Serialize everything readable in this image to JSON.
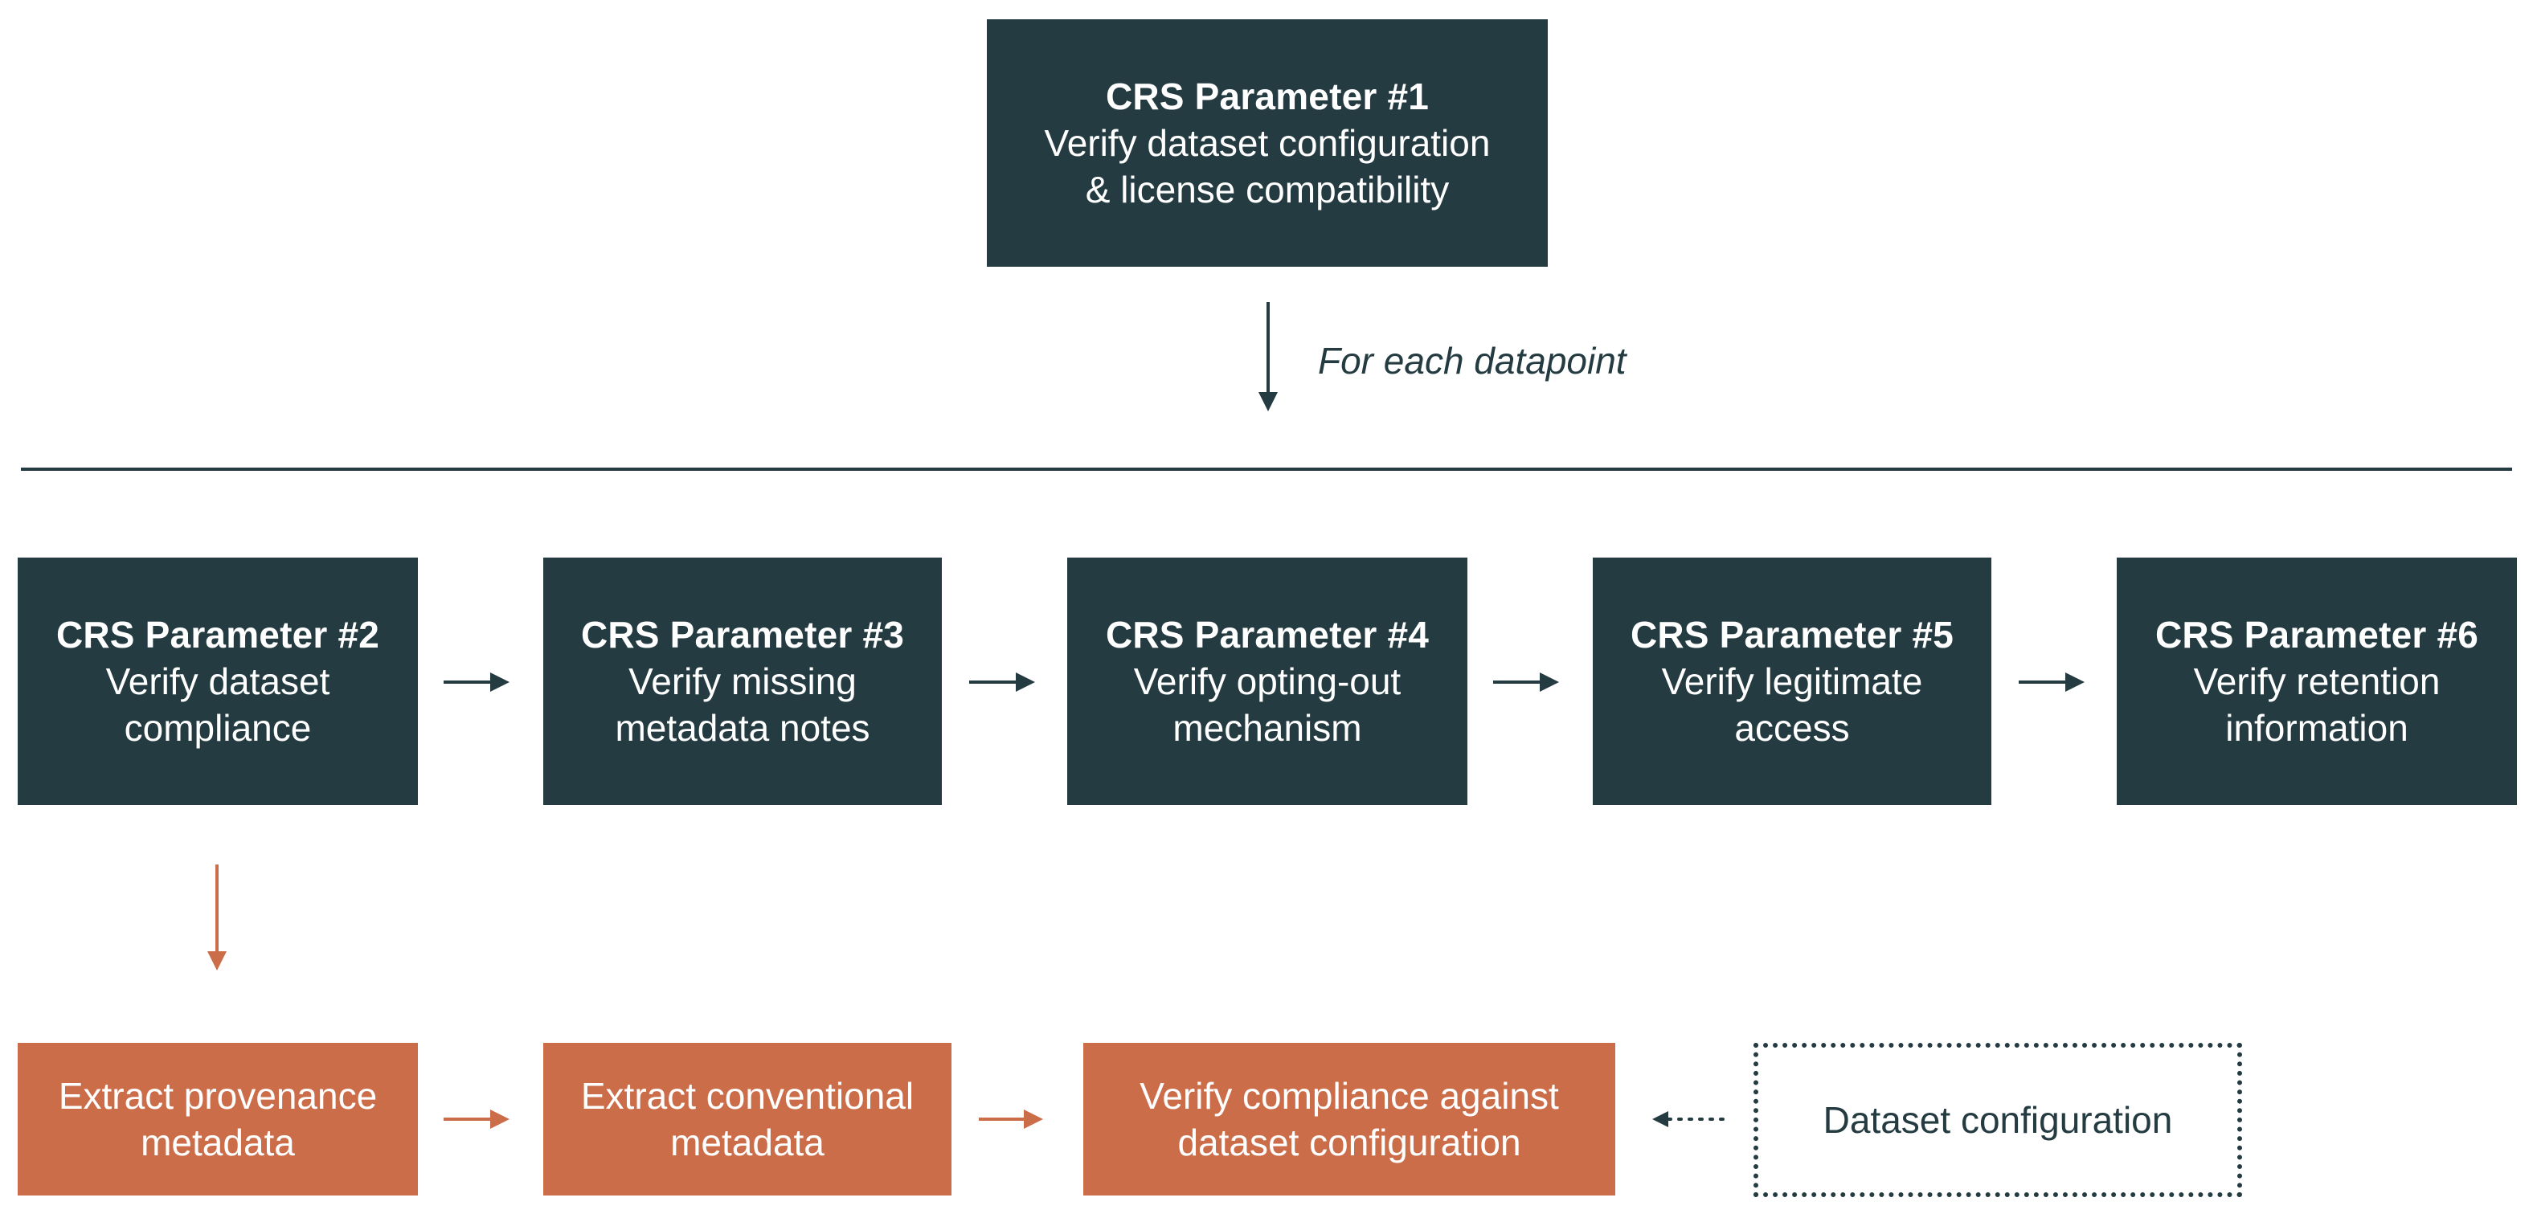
{
  "top": {
    "title": "CRS Parameter #1",
    "lines": [
      "Verify dataset configuration",
      "& license compatibility"
    ]
  },
  "loop_label": "For each datapoint",
  "parameters": [
    {
      "title": "CRS Parameter #2",
      "lines": [
        "Verify dataset",
        "compliance"
      ]
    },
    {
      "title": "CRS Parameter #3",
      "lines": [
        "Verify missing",
        "metadata notes"
      ]
    },
    {
      "title": "CRS Parameter #4",
      "lines": [
        "Verify opting-out",
        "mechanism"
      ]
    },
    {
      "title": "CRS Parameter #5",
      "lines": [
        "Verify legitimate",
        "access"
      ]
    },
    {
      "title": "CRS Parameter #6",
      "lines": [
        "Verify retention",
        "information"
      ]
    }
  ],
  "steps": [
    {
      "lines": [
        "Extract provenance",
        "metadata"
      ]
    },
    {
      "lines": [
        "Extract conventional",
        "metadata"
      ]
    },
    {
      "lines": [
        "Verify compliance against",
        "dataset configuration"
      ]
    }
  ],
  "config_box": {
    "label": "Dataset configuration"
  },
  "colors": {
    "dark": "#243b41",
    "accent": "#cc6d4a",
    "background": "#ffffff"
  }
}
